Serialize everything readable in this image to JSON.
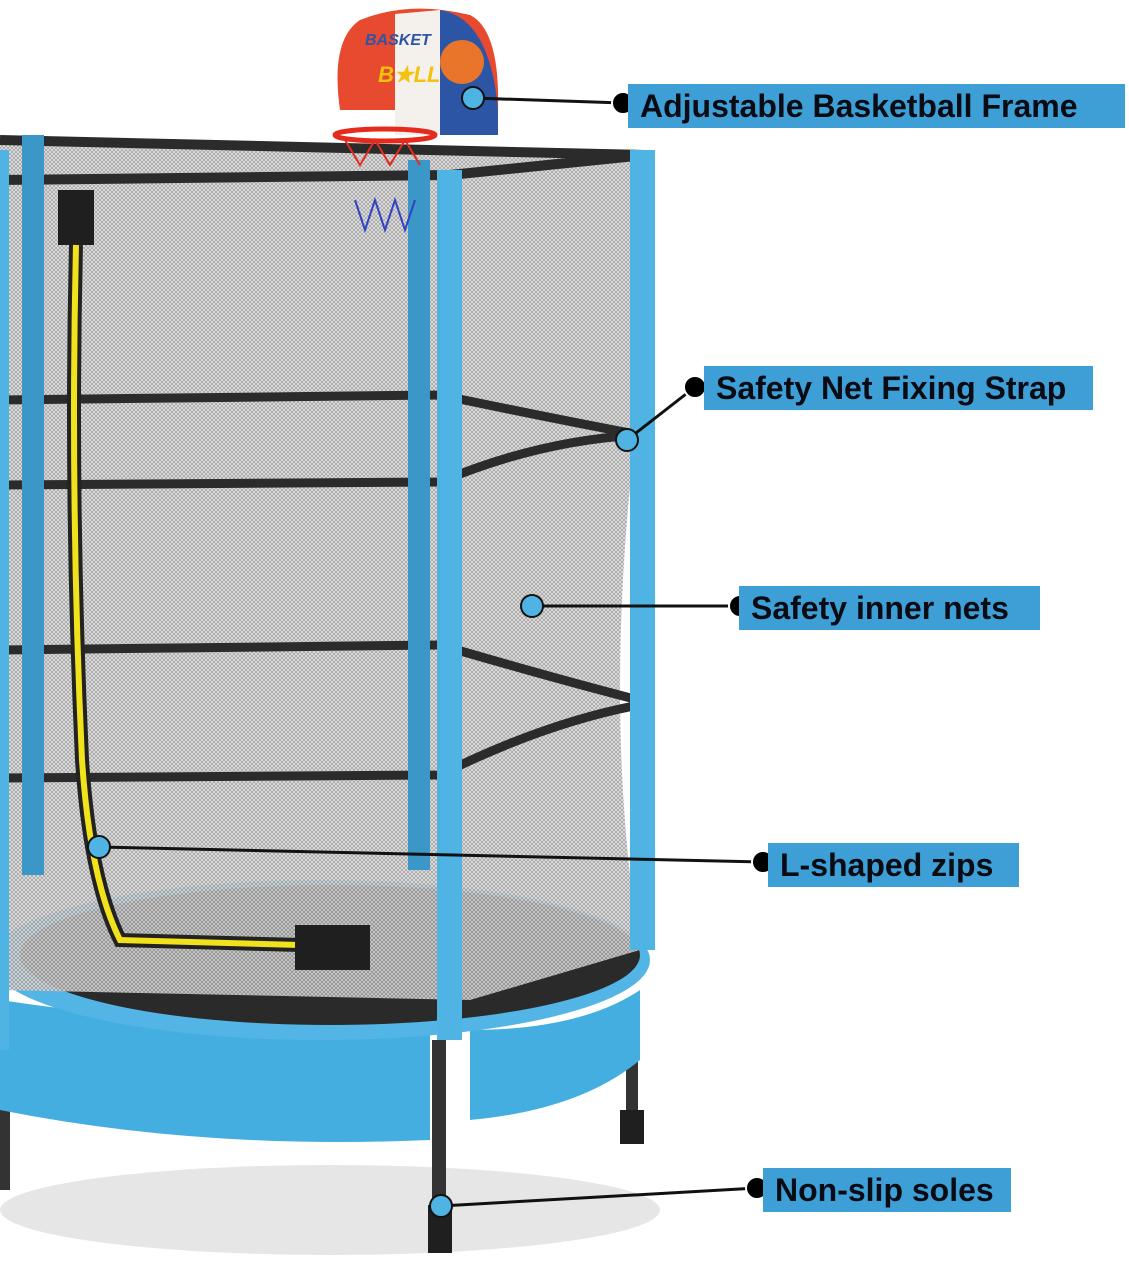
{
  "product_art": {
    "backboard_text": "BASKET BALL"
  },
  "callouts": [
    {
      "label": "Adjustable Basketball Frame"
    },
    {
      "label": "Safety Net Fixing Strap"
    },
    {
      "label": "Safety inner nets"
    },
    {
      "label": "L-shaped zips"
    },
    {
      "label": "Non-slip soles"
    }
  ],
  "colors": {
    "label_bg": "#3d9fd6",
    "pole_blue": "#4fb3e3",
    "zip_yellow": "#f2e21c"
  }
}
